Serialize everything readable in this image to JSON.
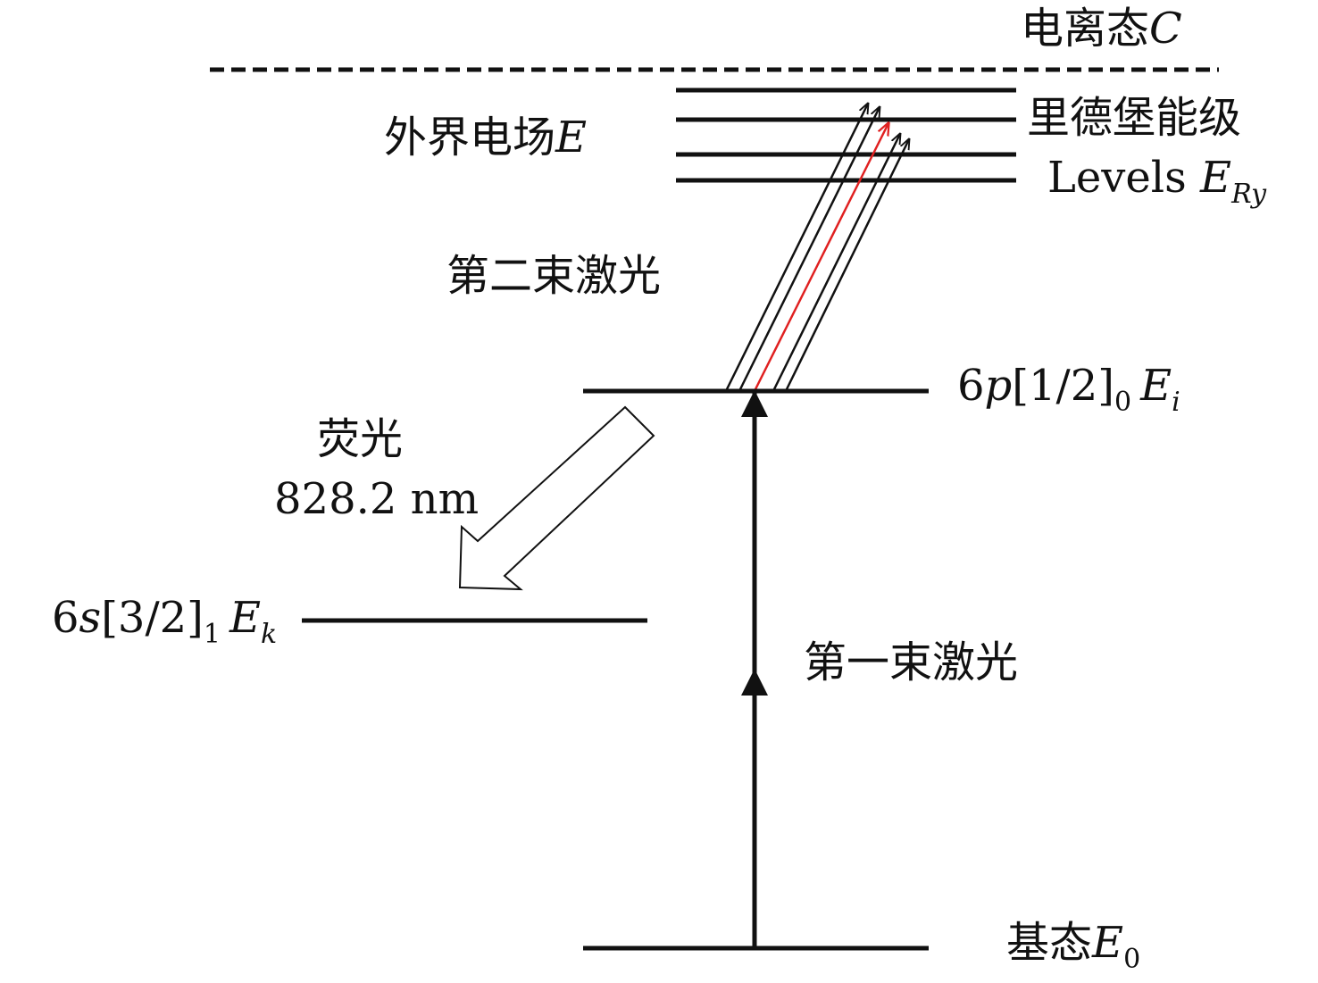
{
  "title": "Rydberg excitation energy level diagram",
  "colors": {
    "line": "#111111",
    "second_laser_center": "#e02020"
  },
  "labels": {
    "ionization": {
      "text": "电离态",
      "symbol": "C"
    },
    "external_field": {
      "text": "外界电场",
      "symbol": "E"
    },
    "rydberg_cn": "里德堡能级",
    "rydberg_en": {
      "text": "Levels ",
      "symbol": "E",
      "sub": "Ry"
    },
    "second_laser": "第二束激光",
    "level_6p": {
      "prefix": "6",
      "orb": "p",
      "bracket": "[1/2]",
      "j": "0",
      "symbol": "E",
      "sub": "i"
    },
    "fluorescence": "荧光",
    "wavelength": "828.2 nm",
    "level_6s": {
      "prefix": "6",
      "orb": "s",
      "bracket": "[3/2]",
      "j": "1",
      "symbol": "E",
      "sub": "k"
    },
    "first_laser": "第一束激光",
    "ground": {
      "text": "基态",
      "symbol": "E",
      "sub": "0"
    }
  }
}
